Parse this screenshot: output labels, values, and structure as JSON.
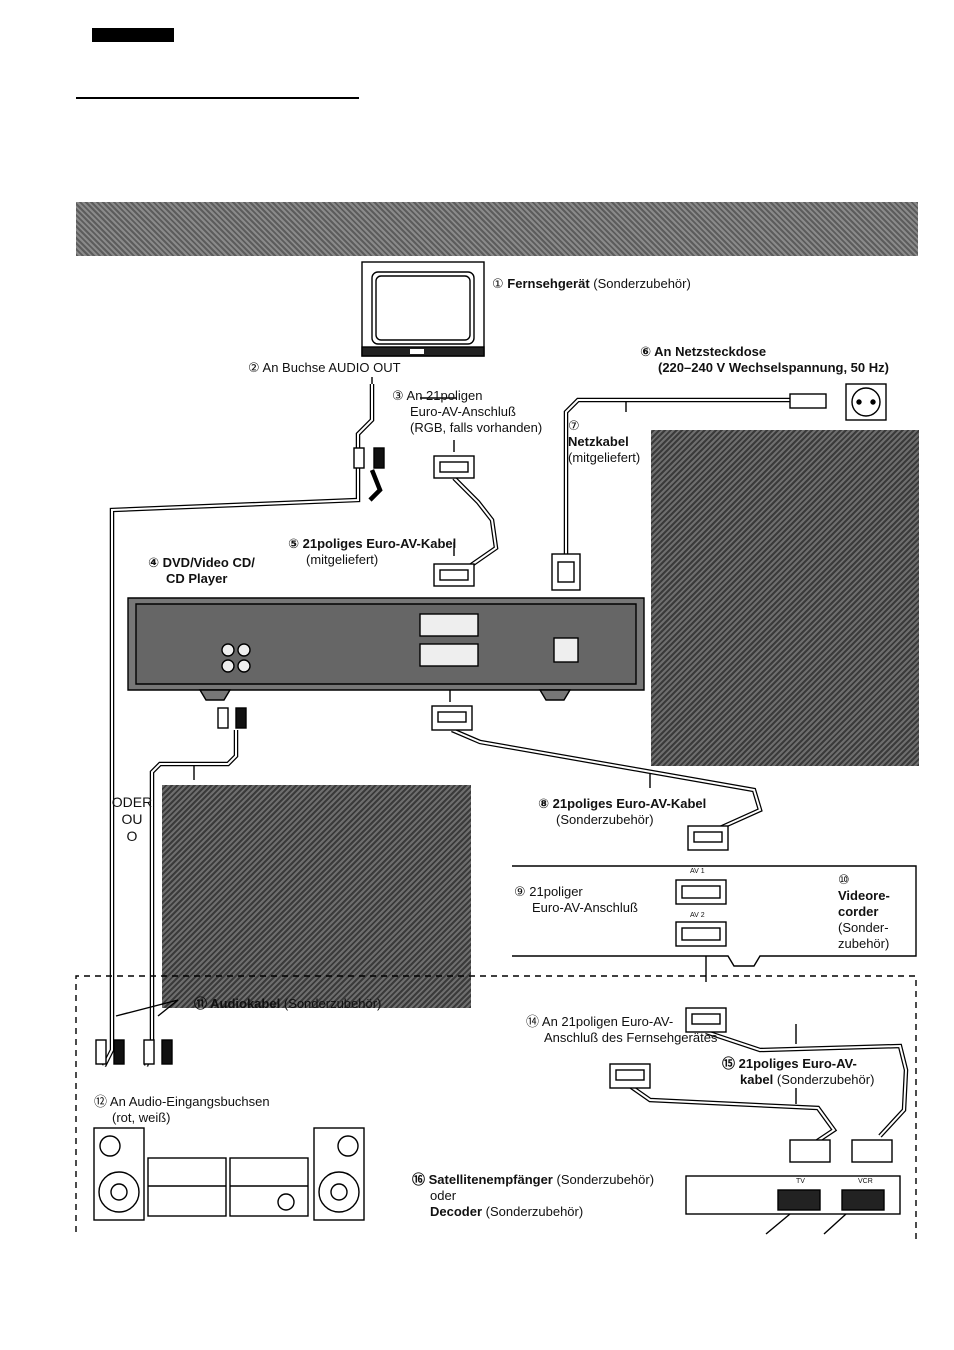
{
  "labels": {
    "l1_num": "①",
    "l1_bold": "Fernsehgerät",
    "l1_rest": " (Sonderzubehör)",
    "l2": "② An Buchse AUDIO OUT",
    "l3_1": "③ An 21poligen",
    "l3_2": "Euro-AV-Anschluß",
    "l3_3": "(RGB, falls vorhanden)",
    "l4_1": "④ DVD/Video CD/",
    "l4_2": "CD Player",
    "l5_bold": "⑤ 21poliges Euro-AV-Kabel",
    "l5_rest": "(mitgeliefert)",
    "l6_1": "⑥ An Netzsteckdose",
    "l6_2": "(220–240 V Wechselspannung, 50 Hz)",
    "l7_num": "⑦",
    "l7_bold": "Netzkabel",
    "l7_rest": "(mitgeliefert)",
    "l8_bold": "⑧ 21poliges Euro-AV-Kabel",
    "l8_rest": "(Sonderzubehör)",
    "l9_1": "⑨ 21poliger",
    "l9_2": "Euro-AV-Anschluß",
    "l10_num": "⑩",
    "l10_1": "Videore-",
    "l10_2": "corder",
    "l10_3": "(Sonder-",
    "l10_4": "zubehör)",
    "l11_bold": "⑪ Audiokabel",
    "l11_rest": " (Sonderzubehör)",
    "l12_1": "⑫ An Audio-Eingangsbuchsen",
    "l12_2": "(rot, weiß)",
    "l14_1": "⑭ An 21poligen Euro-AV-",
    "l14_2": "Anschluß des Fernsehgerätes",
    "l15_bold1": "⑮ 21poliges Euro-AV-",
    "l15_bold2": "kabel",
    "l15_rest": " (Sonderzubehör)",
    "l16_bold": "⑯ Satellitenempfänger",
    "l16_rest": " (Sonderzubehör)",
    "l16_or": "oder",
    "l16_bold2": "Decoder",
    "l16_rest2": " (Sonderzubehör)",
    "oder": [
      "ODER",
      "OU",
      "O"
    ],
    "vcr_av1": "AV 1",
    "vcr_av2": "AV 2",
    "sat_tv": "TV",
    "sat_vcr": "VCR"
  }
}
